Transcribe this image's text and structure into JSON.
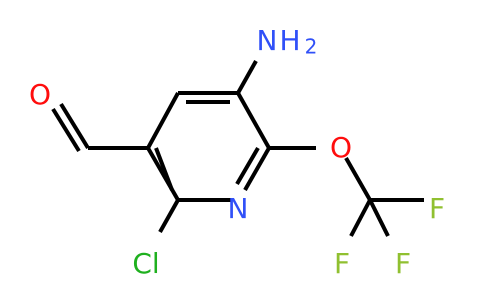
{
  "molecule": {
    "atoms": {
      "oxygen_aldehyde": "O",
      "amino_N": "N",
      "amino_H": "H",
      "amino_subscript": "2",
      "ring_nitrogen": "N",
      "chlorine": "Cl",
      "oxygen_ether": "O",
      "fluorine_1": "F",
      "fluorine_2": "F",
      "fluorine_3": "F"
    },
    "colors": {
      "bond": "#000000",
      "nitrogen": "#3050F8",
      "oxygen": "#FF0D0D",
      "chlorine": "#1FB01F",
      "fluorine": "#90C030"
    }
  }
}
